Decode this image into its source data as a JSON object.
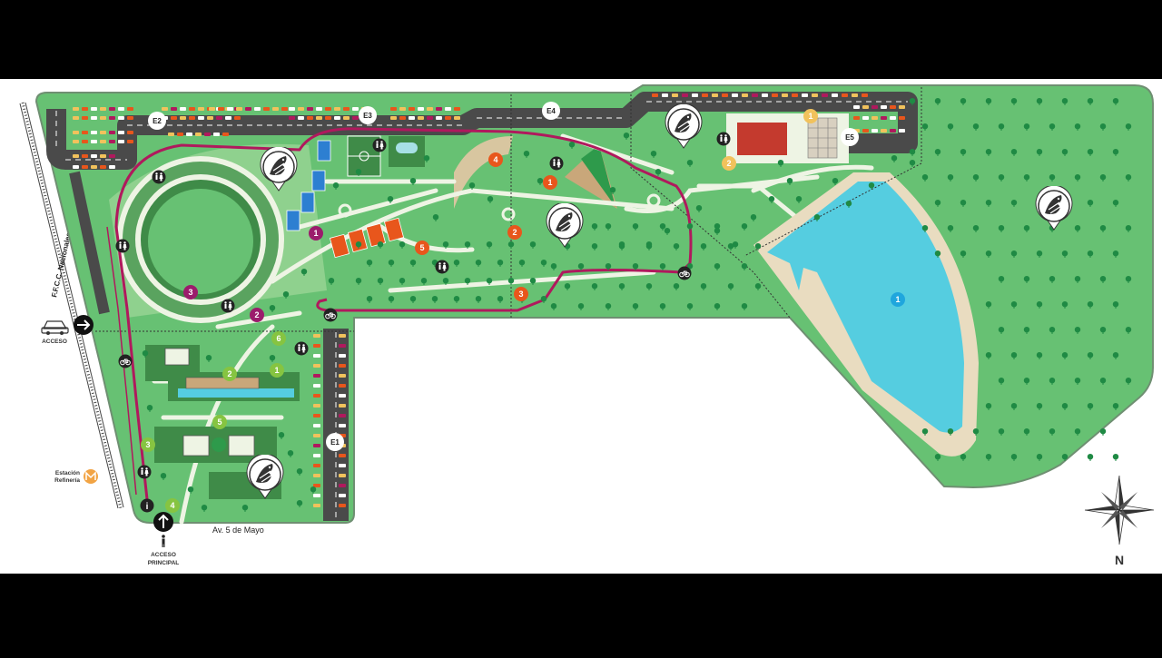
{
  "map": {
    "street_label": "Av. 5 de Mayo",
    "railway_label": "F.F.C.C. Nacionales",
    "station_label_1": "Estación",
    "station_label_2": "Refinería",
    "acceso_label": "ACCESO",
    "acceso_principal_1": "ACCESO",
    "acceso_principal_2": "PRINCIPAL",
    "compass_label": "N",
    "info_label": "i",
    "gates": [
      "E1",
      "E2",
      "E3",
      "E4",
      "E5"
    ]
  },
  "colors": {
    "background_frame": "#000000",
    "page": "#ffffff",
    "park_green": "#67c173",
    "park_light": "#a9dca6",
    "path": "#eef4e4",
    "road": "#4a4a4a",
    "lake": "#55cde0",
    "sand": "#e9dcc0",
    "circuit": "#b0195d",
    "badge_purple": "#9b1c6c",
    "badge_orange": "#e8561c",
    "badge_green": "#86c441",
    "badge_yellow": "#f1c25c",
    "badge_blue": "#1fa6dd",
    "tree": "#1f8a44"
  },
  "badges": {
    "purple": [
      "1",
      "2",
      "3"
    ],
    "orange": [
      "1",
      "2",
      "3",
      "4",
      "5"
    ],
    "green": [
      "1",
      "2",
      "3",
      "4",
      "5",
      "6"
    ],
    "yellow": [
      "1",
      "2"
    ],
    "blue": [
      "1"
    ]
  },
  "icons": [
    "bird-pin-icon",
    "restroom-icon",
    "bike-icon",
    "car-icon",
    "arrow-icon",
    "pedestrian-icon",
    "metro-icon",
    "info-icon",
    "compass-rose-icon",
    "parking-icon",
    "playground-icon"
  ]
}
